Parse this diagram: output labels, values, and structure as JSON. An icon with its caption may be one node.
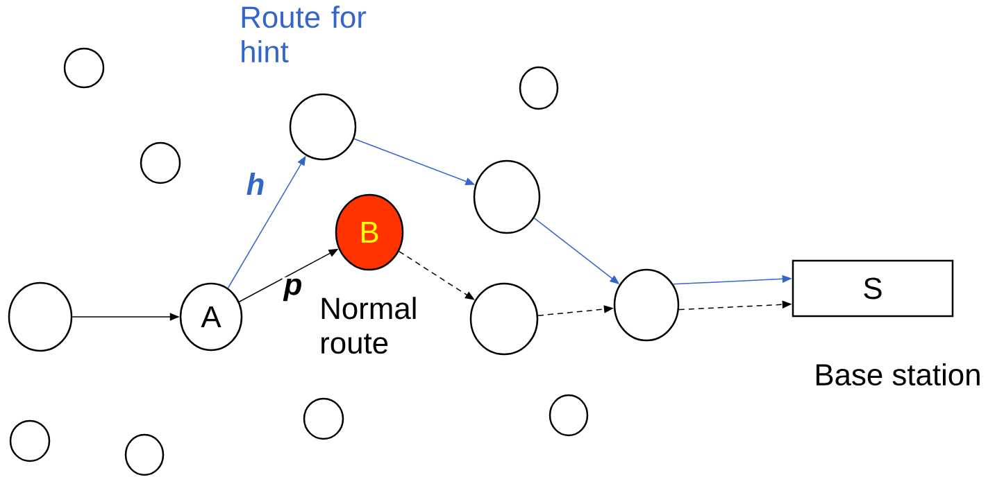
{
  "diagram": {
    "nodes": [
      {
        "text": [],
        "shape": "circle"
      },
      {
        "text": [],
        "shape": "circle"
      },
      {
        "text": [],
        "shape": "circle"
      },
      {
        "text": [],
        "shape": "circle"
      },
      {
        "text": [],
        "shape": "circle"
      },
      {
        "text": [
          "B"
        ]
      },
      {
        "text": [],
        "shape": "circle"
      },
      {
        "text": [
          "A"
        ]
      },
      {
        "text": [],
        "shape": "circle"
      },
      {
        "text": [],
        "shape": "circle"
      },
      {
        "text": [
          "S"
        ],
        "beside": [
          "Base station"
        ]
      },
      {
        "text": [],
        "shape": "circle"
      },
      {
        "text": [],
        "shape": "circle"
      },
      {
        "text": [],
        "shape": "circle"
      },
      {
        "text": [],
        "shape": "circle"
      }
    ],
    "edges": [
      {
        "from": 6,
        "to": 7,
        "arrow": "to"
      },
      {
        "from": 7,
        "to": 1,
        "arrow": "to",
        "label": "h",
        "color": "#3366cc"
      },
      {
        "from": 7,
        "to": 5,
        "arrow": "to",
        "label": "p"
      },
      {
        "from": 1,
        "to": 4,
        "arrow": "to",
        "color": "#3366cc"
      },
      {
        "from": 4,
        "to": 9,
        "arrow": "to",
        "color": "#3366cc"
      },
      {
        "from": 9,
        "to": 10,
        "arrow": "to",
        "color": "#3366cc"
      },
      {
        "from": 5,
        "to": 8,
        "arrow": "to",
        "style": "dashed"
      },
      {
        "from": 8,
        "to": 9,
        "arrow": "to",
        "style": "dashed"
      },
      {
        "from": 9,
        "to": 10,
        "arrow": "to",
        "style": "dashed"
      }
    ],
    "labels": [
      "Route for hint",
      "Normal route"
    ]
  }
}
